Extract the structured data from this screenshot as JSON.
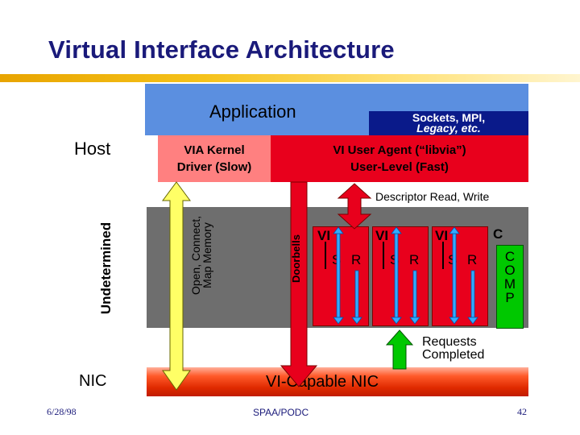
{
  "slide": {
    "title": "Virtual Interface Architecture",
    "host_label": "Host",
    "nic_label": "NIC",
    "undetermined_label": "Undetermined"
  },
  "boxes": {
    "application": "Application",
    "sockets_line1": "Sockets, MPI,",
    "sockets_line2": "Legacy, etc.",
    "kernel_line1": "VIA Kernel",
    "kernel_line2": "Driver (Slow)",
    "agent_line1": "VI User Agent (“libvia”)",
    "agent_line2": "User-Level (Fast)",
    "nic": "VI-Capable NIC"
  },
  "annotations": {
    "open_line1": "Open, Connect,",
    "open_line2": "Map Memory",
    "doorbells": "Doorbells",
    "descriptor": "Descriptor Read, Write",
    "requests_line1": "Requests",
    "requests_line2": "Completed"
  },
  "vis": [
    {
      "title": "VI",
      "send": "S",
      "recv": "R"
    },
    {
      "title": "VI",
      "send": "S",
      "recv": "R"
    },
    {
      "title": "VI",
      "send": "S",
      "recv": "R"
    }
  ],
  "completion": {
    "letters": [
      "C",
      "O",
      "M",
      "P"
    ]
  },
  "footer": {
    "date": "6/28/98",
    "venue": "SPAA/PODC",
    "page": "42"
  },
  "colors": {
    "title": "#1a1a7a",
    "application": "#5b8fe0",
    "sockets": "#0a1a8a",
    "kernel": "#ff8080",
    "agent": "#e8001c",
    "gray_region": "#6e6e6e",
    "completion": "#00c800",
    "kernel_arrow": "#ffff66",
    "doorbell_arrow": "#e8001c"
  }
}
